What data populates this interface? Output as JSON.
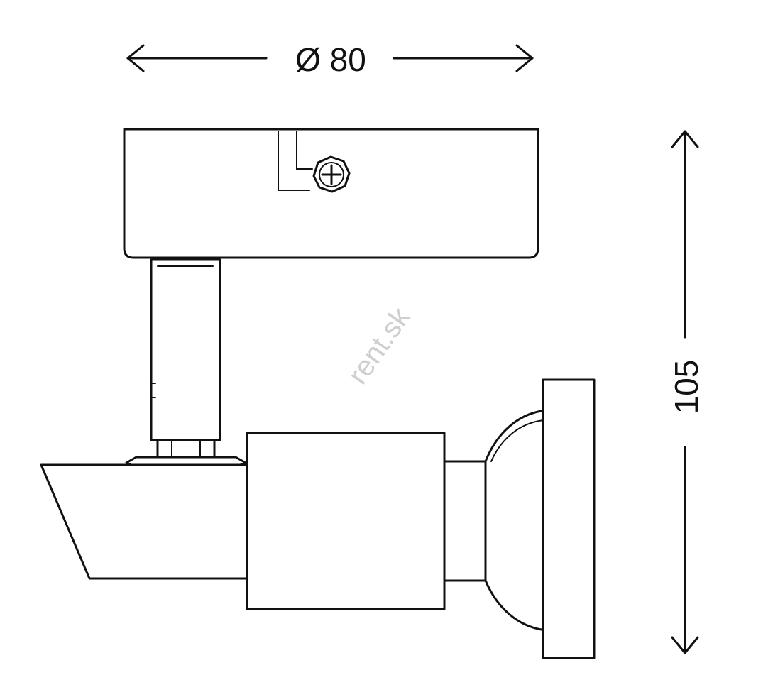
{
  "dimensions": {
    "width_label": "Ø 80",
    "height_label": "105"
  },
  "watermark": "rent.sk",
  "colors": {
    "line": "#111111",
    "background": "#ffffff",
    "watermark": "#cfcfcf"
  }
}
